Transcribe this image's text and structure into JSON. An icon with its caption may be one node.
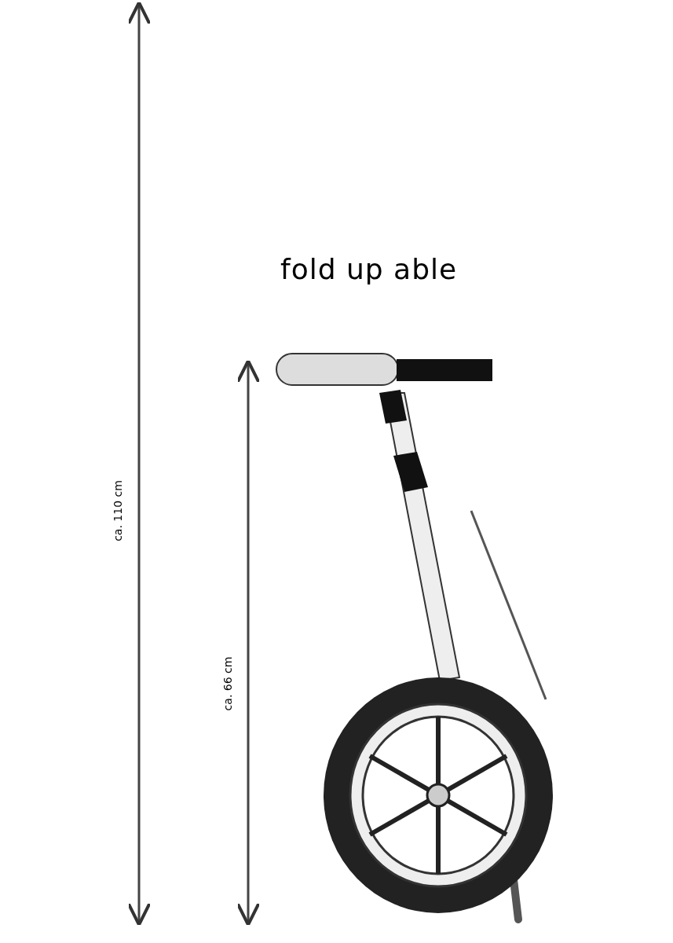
{
  "diagram": {
    "labels": [
      "fold up able",
      "ca. 110 cm",
      "ca. 66 cm"
    ]
  }
}
